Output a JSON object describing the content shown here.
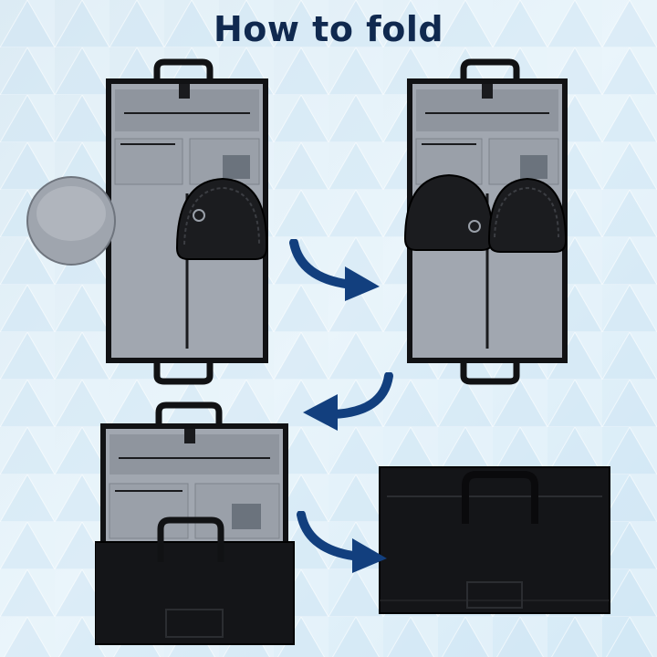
{
  "title": "How to fold",
  "colors": {
    "background": "#dbeef8",
    "background_light": "#f1f8fc",
    "title_text": "#10294f",
    "arrow": "#123f7e",
    "bag_black": "#111214",
    "bag_edge": "#2b2d31",
    "lining": "#8d939d",
    "lining_light": "#a3a9b2",
    "zipper": "#1a1b1e"
  },
  "steps": [
    {
      "name": "step-1-open-bag-with-pouch-extended"
    },
    {
      "name": "step-2-pouches-folded-inside"
    },
    {
      "name": "step-3-fold-bottom-half-up"
    },
    {
      "name": "step-4-folded-duffel"
    }
  ],
  "arrows": [
    {
      "name": "arrow-step1-to-step2",
      "icon": "curved-arrow-right-icon"
    },
    {
      "name": "arrow-step2-to-step3",
      "icon": "curved-arrow-left-icon"
    },
    {
      "name": "arrow-step3-to-step4",
      "icon": "curved-arrow-right-icon"
    }
  ]
}
